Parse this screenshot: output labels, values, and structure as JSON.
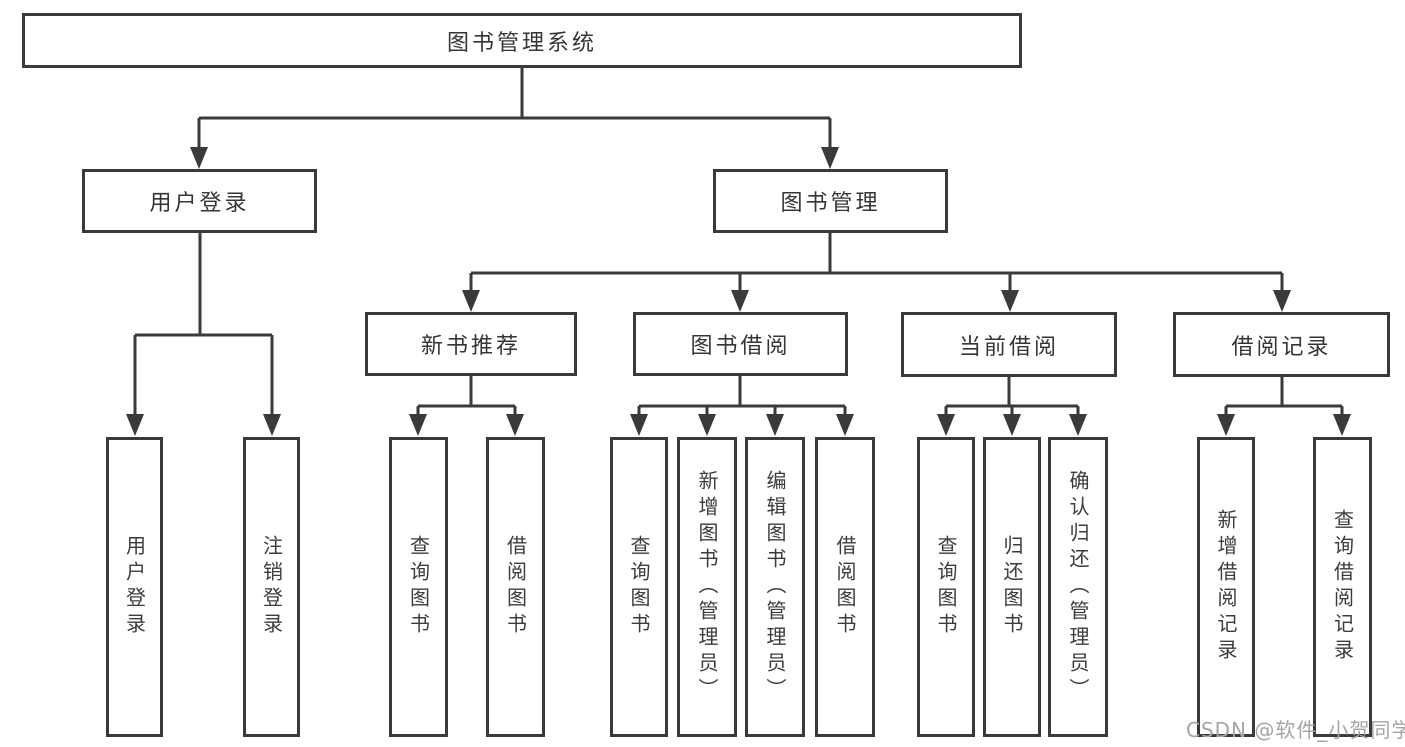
{
  "diagram": {
    "root": {
      "label": "图书管理系统",
      "children": [
        {
          "label": "用户登录",
          "children": [
            {
              "label": "用户登录"
            },
            {
              "label": "注销登录"
            }
          ]
        },
        {
          "label": "图书管理",
          "children": [
            {
              "label": "新书推荐",
              "children": [
                {
                  "label": "查询图书"
                },
                {
                  "label": "借阅图书"
                }
              ]
            },
            {
              "label": "图书借阅",
              "children": [
                {
                  "label": "查询图书"
                },
                {
                  "label": "新增图书（管理员）"
                },
                {
                  "label": "编辑图书（管理员）"
                },
                {
                  "label": "借阅图书"
                }
              ]
            },
            {
              "label": "当前借阅",
              "children": [
                {
                  "label": "查询图书"
                },
                {
                  "label": "归还图书"
                },
                {
                  "label": "确认归还（管理员）"
                }
              ]
            },
            {
              "label": "借阅记录",
              "children": [
                {
                  "label": "新增借阅记录"
                },
                {
                  "label": "查询借阅记录"
                }
              ]
            }
          ]
        }
      ]
    },
    "colors": {
      "line": "#3a3a3a",
      "box_border": "#3a3a3a",
      "text": "#3c3c3c",
      "watermark": "#a5a5a5",
      "background": "#ffffff"
    },
    "watermark": "CSDN @软件_小贺同学"
  }
}
